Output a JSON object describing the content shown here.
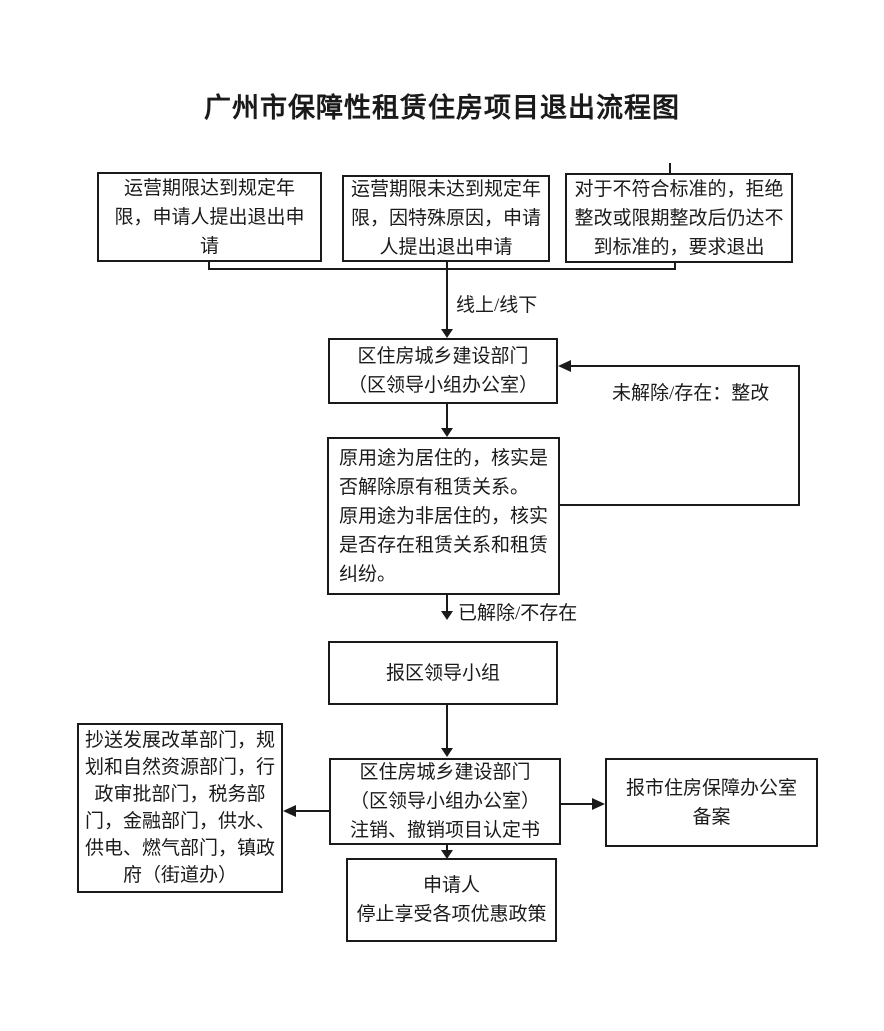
{
  "title": "广州市保障性租赁住房项目退出流程图",
  "colors": {
    "line": "#1a1a1a",
    "background": "#ffffff",
    "text": "#1a1a1a"
  },
  "nodes": {
    "reached_term": {
      "text": "运营期限达到规定年\n限，申请人提出退出申\n请"
    },
    "not_reached_term": {
      "text": "运营期限未达到规定年\n限，因特殊原因，申请\n人提出退出申请"
    },
    "nonstandard": {
      "text": "对于不符合标准的，拒绝\n整改或限期整改后仍达不\n到标准的，要求退出"
    },
    "district_dept": {
      "text": "区住房城乡建设部门\n（区领导小组办公室）"
    },
    "verify_lease": {
      "text": "原用途为居住的，核实是\n否解除原有租赁关系。\n原用途为非居住的，核实\n是否存在租赁关系和租赁\n纠纷。"
    },
    "report_group": {
      "text": "报区领导小组"
    },
    "cancel_cert": {
      "text": "区住房城乡建设部门\n（区领导小组办公室）\n注销、撤销项目认定书"
    },
    "copy_depts": {
      "text": "抄送发展改革部门，规\n划和自然资源部门，行\n政审批部门，税务部\n门，金融部门，供水、\n供电、燃气部门，镇政\n府（街道办）"
    },
    "city_record": {
      "text": "报市住房保障办公室\n备案"
    },
    "applicant": {
      "text": "申请人\n停止享受各项优惠政策"
    }
  },
  "edge_labels": {
    "channel": "线上/线下",
    "unresolved": "未解除/存在：整改",
    "resolved": "已解除/不存在"
  }
}
